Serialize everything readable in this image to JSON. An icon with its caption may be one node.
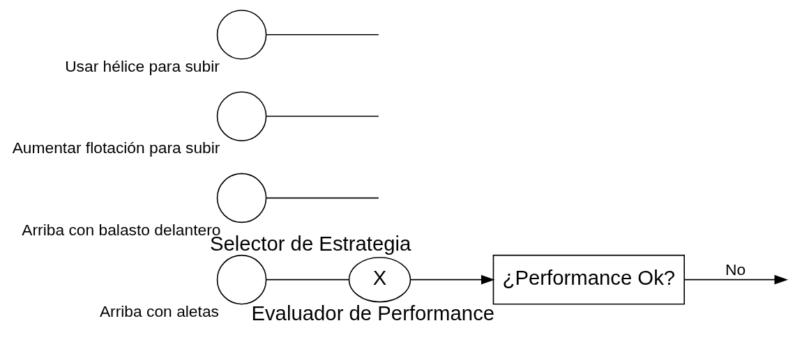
{
  "diagram": {
    "nodes": [
      {
        "text": [],
        "shape": "circle",
        "beside": [
          "Arriba con aletas"
        ]
      },
      {
        "text": [],
        "shape": "circle",
        "beside": [
          "Arriba con balasto delantero"
        ]
      },
      {
        "text": [],
        "shape": "circle",
        "beside": [
          "Aumentar flotación para subir"
        ]
      },
      {
        "text": [],
        "shape": "circle",
        "beside": [
          "Usar hélice para subir"
        ]
      },
      {
        "text": [
          "X"
        ],
        "beside": [
          "Selector de Estrategia"
        ]
      },
      {
        "text": [
          "¿Performance Ok?"
        ],
        "beside": [
          "Evaluador de Performance"
        ]
      }
    ],
    "edges": [
      {
        "from": 0,
        "to": 4,
        "arrow": "none"
      },
      {
        "from": 1,
        "to": null,
        "arrow": "none"
      },
      {
        "from": 2,
        "to": null,
        "arrow": "none"
      },
      {
        "from": 3,
        "to": null,
        "arrow": "none"
      },
      {
        "from": 4,
        "to": 5,
        "arrow": "to"
      },
      {
        "from": 5,
        "to": null,
        "arrow": "to",
        "label": "No"
      }
    ]
  }
}
